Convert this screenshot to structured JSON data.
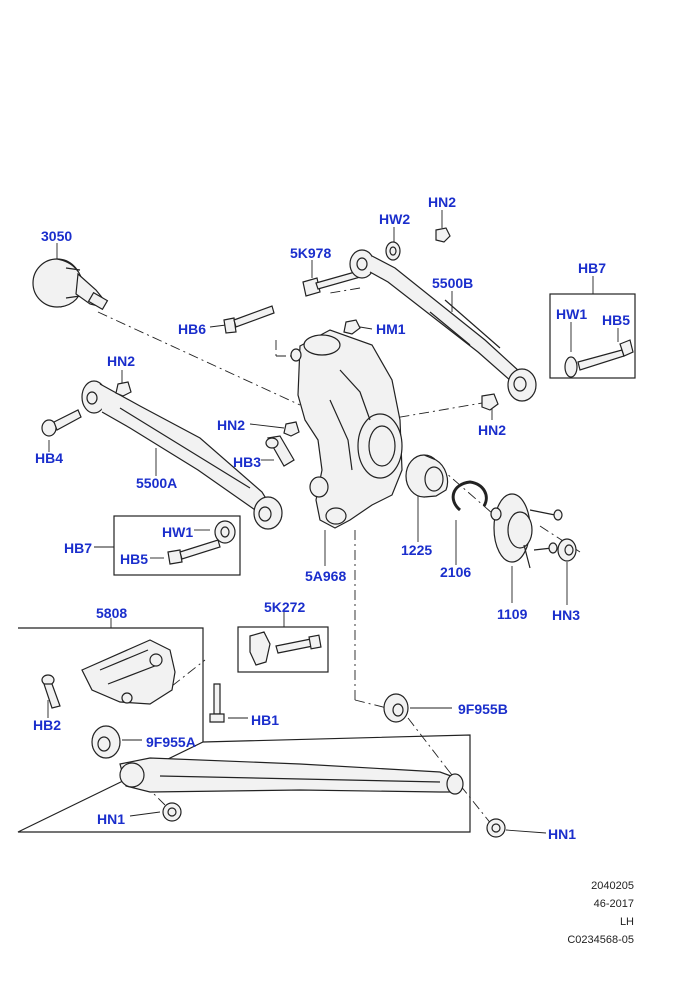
{
  "diagram": {
    "labels": {
      "p3050": "3050",
      "hn2_top": "HN2",
      "hw2": "HW2",
      "p5k978": "5K978",
      "p5500b": "5500B",
      "hb7_top": "HB7",
      "hw1_top": "HW1",
      "hb5_top": "HB5",
      "hb6": "HB6",
      "hm1": "HM1",
      "hn2_left": "HN2",
      "hn2_mid": "HN2",
      "hn2_right": "HN2",
      "hb4": "HB4",
      "hb3": "HB3",
      "p5500a": "5500A",
      "p1225": "1225",
      "p2106": "2106",
      "hw1_low": "HW1",
      "hb7_low": "HB7",
      "hb5_low": "HB5",
      "p5a968": "5A968",
      "p1109": "1109",
      "hn3": "HN3",
      "p5808": "5808",
      "p5k272": "5K272",
      "p9f955b": "9F955B",
      "hb2": "HB2",
      "hb1": "HB1",
      "p9f955a": "9F955A",
      "hn1_left": "HN1",
      "hn1_right": "HN1"
    },
    "footer": {
      "line1": "2040205",
      "line2": "46-2017",
      "line3": "LH",
      "line4": "C0234568-05"
    },
    "colors": {
      "callout": "#1a2ecc",
      "line": "#222222",
      "part_fill": "#f2f2f2"
    }
  }
}
